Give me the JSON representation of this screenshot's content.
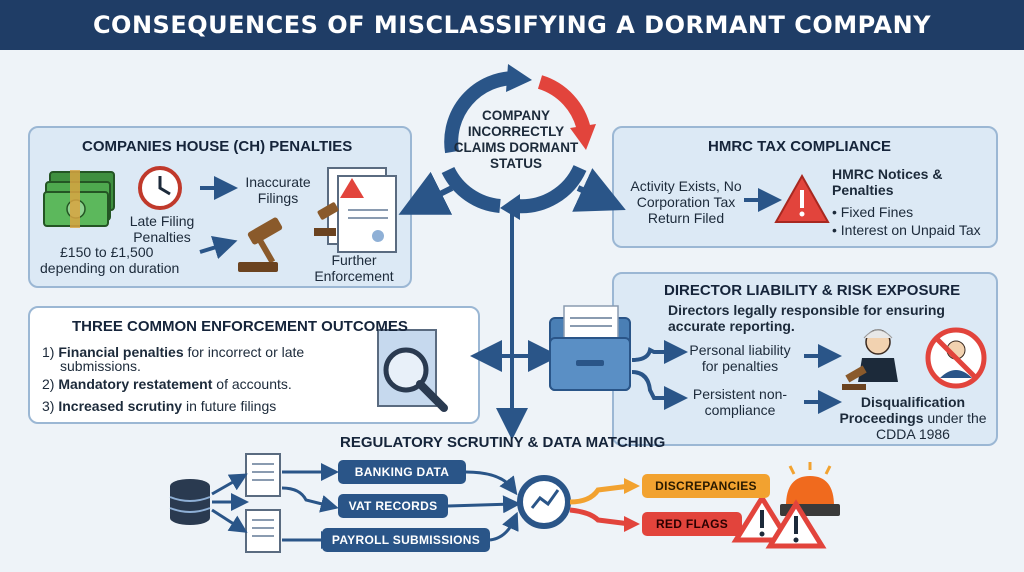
{
  "title": "CONSEQUENCES OF MISCLASSIFYING A DORMANT COMPANY",
  "center": {
    "label": "COMPANY INCORRECTLY CLAIMS DORMANT STATUS"
  },
  "companies_house": {
    "title": "COMPANIES HOUSE (CH) PENALTIES",
    "late_filing": "Late Filing Penalties",
    "penalty_range": "£150 to £1,500",
    "penalty_note": "depending on duration",
    "inaccurate": "Inaccurate Filings",
    "further": "Further Enforcement"
  },
  "hmrc": {
    "title": "HMRC TAX COMPLIANCE",
    "activity": "Activity Exists, No Corporation Tax Return Filed",
    "notices": "HMRC Notices & Penalties",
    "bullets": [
      "• Fixed Fines",
      "• Interest on Unpaid Tax"
    ]
  },
  "outcomes": {
    "title": "THREE COMMON ENFORCEMENT OUTCOMES",
    "items": [
      {
        "num": "1)",
        "bold": "Financial penalties",
        "rest": " for incorrect or late",
        "rest2": "submissions."
      },
      {
        "num": "2)",
        "bold": "Mandatory restatement",
        "rest": " of accounts."
      },
      {
        "num": "3)",
        "bold": "Increased scrutiny",
        "rest": " in future filings"
      }
    ]
  },
  "director": {
    "title": "DIRECTOR LIABILITY & RISK EXPOSURE",
    "subtitle": "Directors legally responsible for ensuring accurate reporting.",
    "liability": "Personal liability for penalties",
    "persistent": "Persistent non-compliance",
    "disq_bold": "Disqualification Proceedings",
    "disq_rest": " under the CDDA 1986"
  },
  "regulatory": {
    "title": "REGULATORY SCRUTINY & DATA MATCHING",
    "sources": [
      "BANKING DATA",
      "VAT RECORDS",
      "PAYROLL SUBMISSIONS"
    ],
    "results": [
      "DISCREPANCIES",
      "RED FLAGS"
    ]
  },
  "colors": {
    "navy": "#1f3d66",
    "blue": "#2a5588",
    "red": "#e2443c",
    "orange": "#f2a230",
    "panel": "#dce9f5"
  },
  "icons": [
    "money-icon",
    "clock-icon",
    "gavel-icon",
    "document-warning-icon",
    "warning-icon",
    "folder-icon",
    "magnifier-icon",
    "judge-icon",
    "no-person-icon",
    "database-icon",
    "document-icon",
    "analytics-icon",
    "siren-icon"
  ]
}
